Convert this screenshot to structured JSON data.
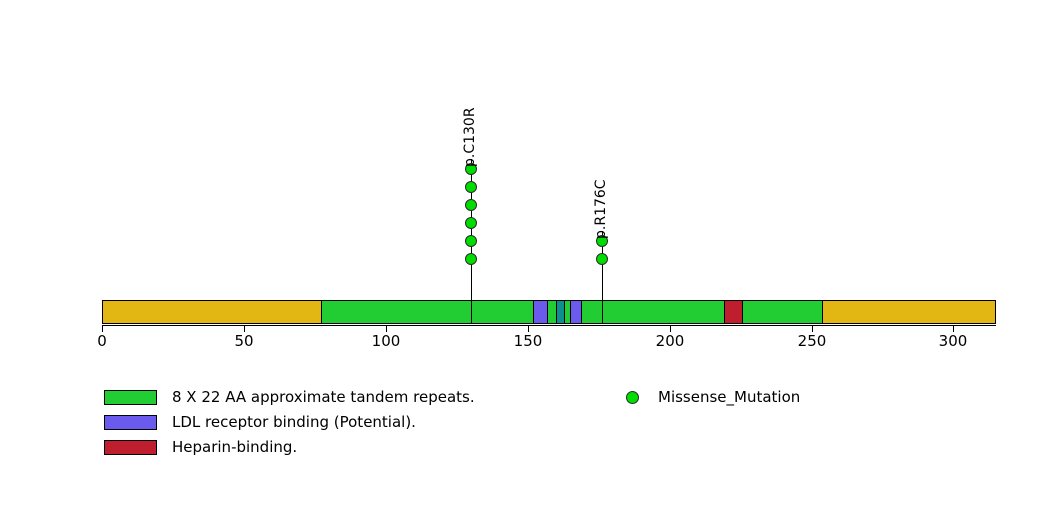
{
  "chart_data": {
    "type": "lollipop",
    "title": "",
    "xlabel": "",
    "ylabel": "",
    "axis": {
      "min": 0,
      "max": 315,
      "ticks": [
        0,
        50,
        100,
        150,
        200,
        250,
        300
      ],
      "tick_labels": [
        "0",
        "50",
        "100",
        "150",
        "200",
        "250",
        "300"
      ]
    },
    "protein_length": 315,
    "protein_backbone_color": "#e2b714",
    "domains": [
      {
        "name": "8 X 22 AA approximate tandem repeats.",
        "start": 77,
        "end": 254,
        "color": "#22cc33"
      },
      {
        "name": "LDL receptor binding (Potential).",
        "start": 152,
        "end": 157,
        "color": "#6a5aee"
      },
      {
        "name": "LDL receptor binding (Potential).",
        "start": 160,
        "end": 163,
        "color": "#0d8f8f"
      },
      {
        "name": "LDL receptor binding (Potential).",
        "start": 165,
        "end": 169,
        "color": "#6a5aee"
      },
      {
        "name": "Heparin-binding.",
        "start": 219,
        "end": 226,
        "color": "#be1e2d"
      }
    ],
    "mutations": [
      {
        "label": "p.C130R",
        "position": 130,
        "count": 6,
        "type": "Missense_Mutation",
        "color": "#00dd00"
      },
      {
        "label": "p.R176C",
        "position": 176,
        "count": 2,
        "type": "Missense_Mutation",
        "color": "#00dd00"
      }
    ],
    "legend_domains": [
      {
        "label": "8 X 22 AA approximate tandem repeats.",
        "color": "#22cc33"
      },
      {
        "label": "LDL receptor binding (Potential).",
        "color": "#6a5aee"
      },
      {
        "label": "Heparin-binding.",
        "color": "#be1e2d"
      }
    ],
    "legend_mutations": [
      {
        "label": "Missense_Mutation",
        "color": "#00dd00"
      }
    ]
  }
}
